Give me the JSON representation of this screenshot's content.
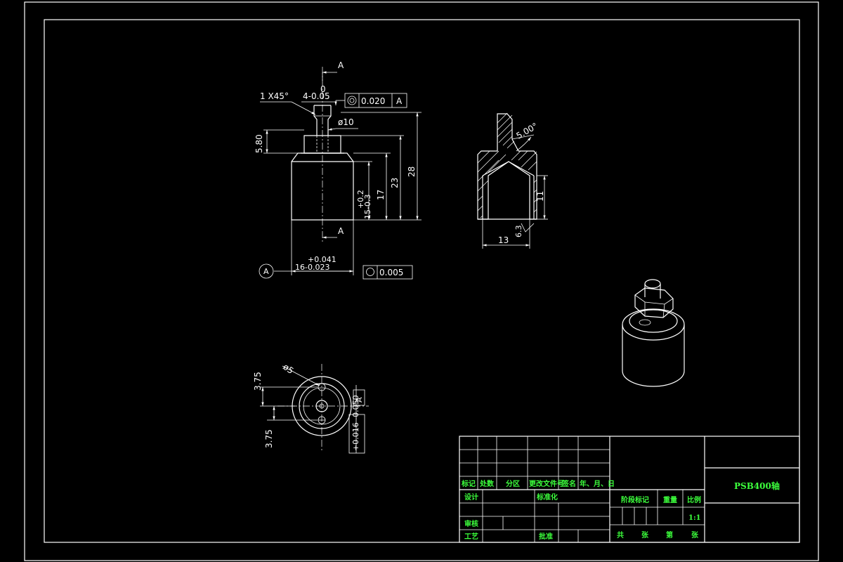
{
  "front_view": {
    "section_mark_top": "A",
    "section_mark_bottom": "A",
    "label_zero": "0",
    "chamfer": "1 X45°",
    "tol_4": "4-0.05",
    "concentricity_value": "0.020",
    "concentricity_datum": "A",
    "dia_10": "ø10",
    "dim_580": "5.80",
    "dim_28": "28",
    "dim_23": "23",
    "dim_17": "17",
    "dim_15_upper": "+0.2",
    "dim_15_lower": "15-0.3",
    "dim_16_upper": "+0.041",
    "dim_16_lower": "16-0.023",
    "datum_label": "A",
    "roundness_value": "0.005"
  },
  "section_view": {
    "angle": "5.00°",
    "dim_11": "11",
    "dim_13": "13",
    "roughness": "6.3"
  },
  "top_view": {
    "dim_375_top": "3.75",
    "dim_375_bottom": "3.75",
    "dia_5": "ø5",
    "tol_values": "+0.016 -0.050",
    "datum": "A"
  },
  "title_block": {
    "row_headers": [
      "标记",
      "处数",
      "分区",
      "更改文件号",
      "签名",
      "年、月、日"
    ],
    "design": "设计",
    "standardize": "标准化",
    "review": "审核",
    "process": "工艺",
    "approve": "批准",
    "stage_mark": "阶段标记",
    "weight": "重量",
    "scale": "比例",
    "scale_value": "1:1",
    "total": "共",
    "sheet_unit": "张",
    "sheet_no": "第",
    "part_name": "PSB400轴"
  }
}
